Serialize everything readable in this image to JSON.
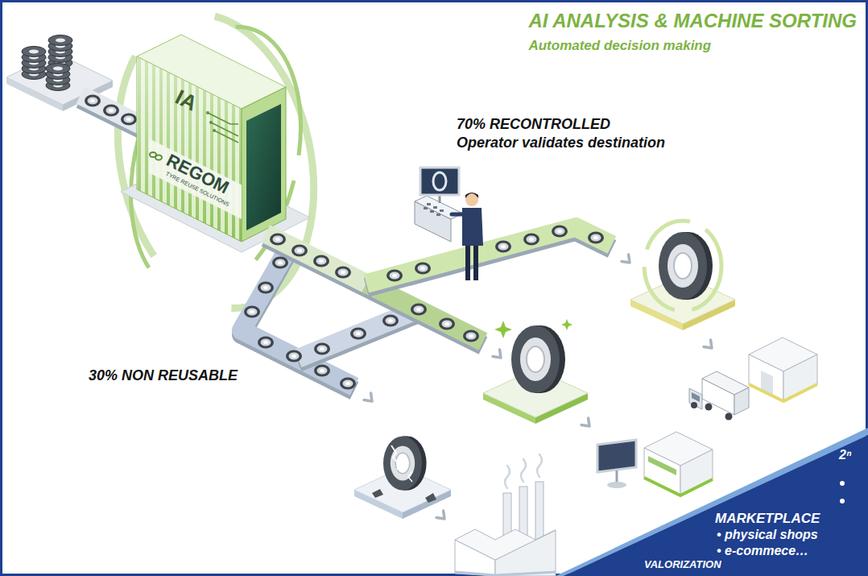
{
  "diagram": {
    "title": "AI ANALYSIS & MACHINE SORTING",
    "nodes": [
      {
        "text": [
          "2ⁿ",
          "MARKETPLACE",
          "• physical shops",
          "• e-commece…",
          "VALORIZATION"
        ]
      }
    ],
    "labels": [
      "Automated decision making",
      "IA",
      "REGOM",
      "TYRE REUSE SOLUTIONS",
      "70% RECONTROLLED",
      "Operator validates destination",
      "30% NON REUSABLE"
    ]
  }
}
